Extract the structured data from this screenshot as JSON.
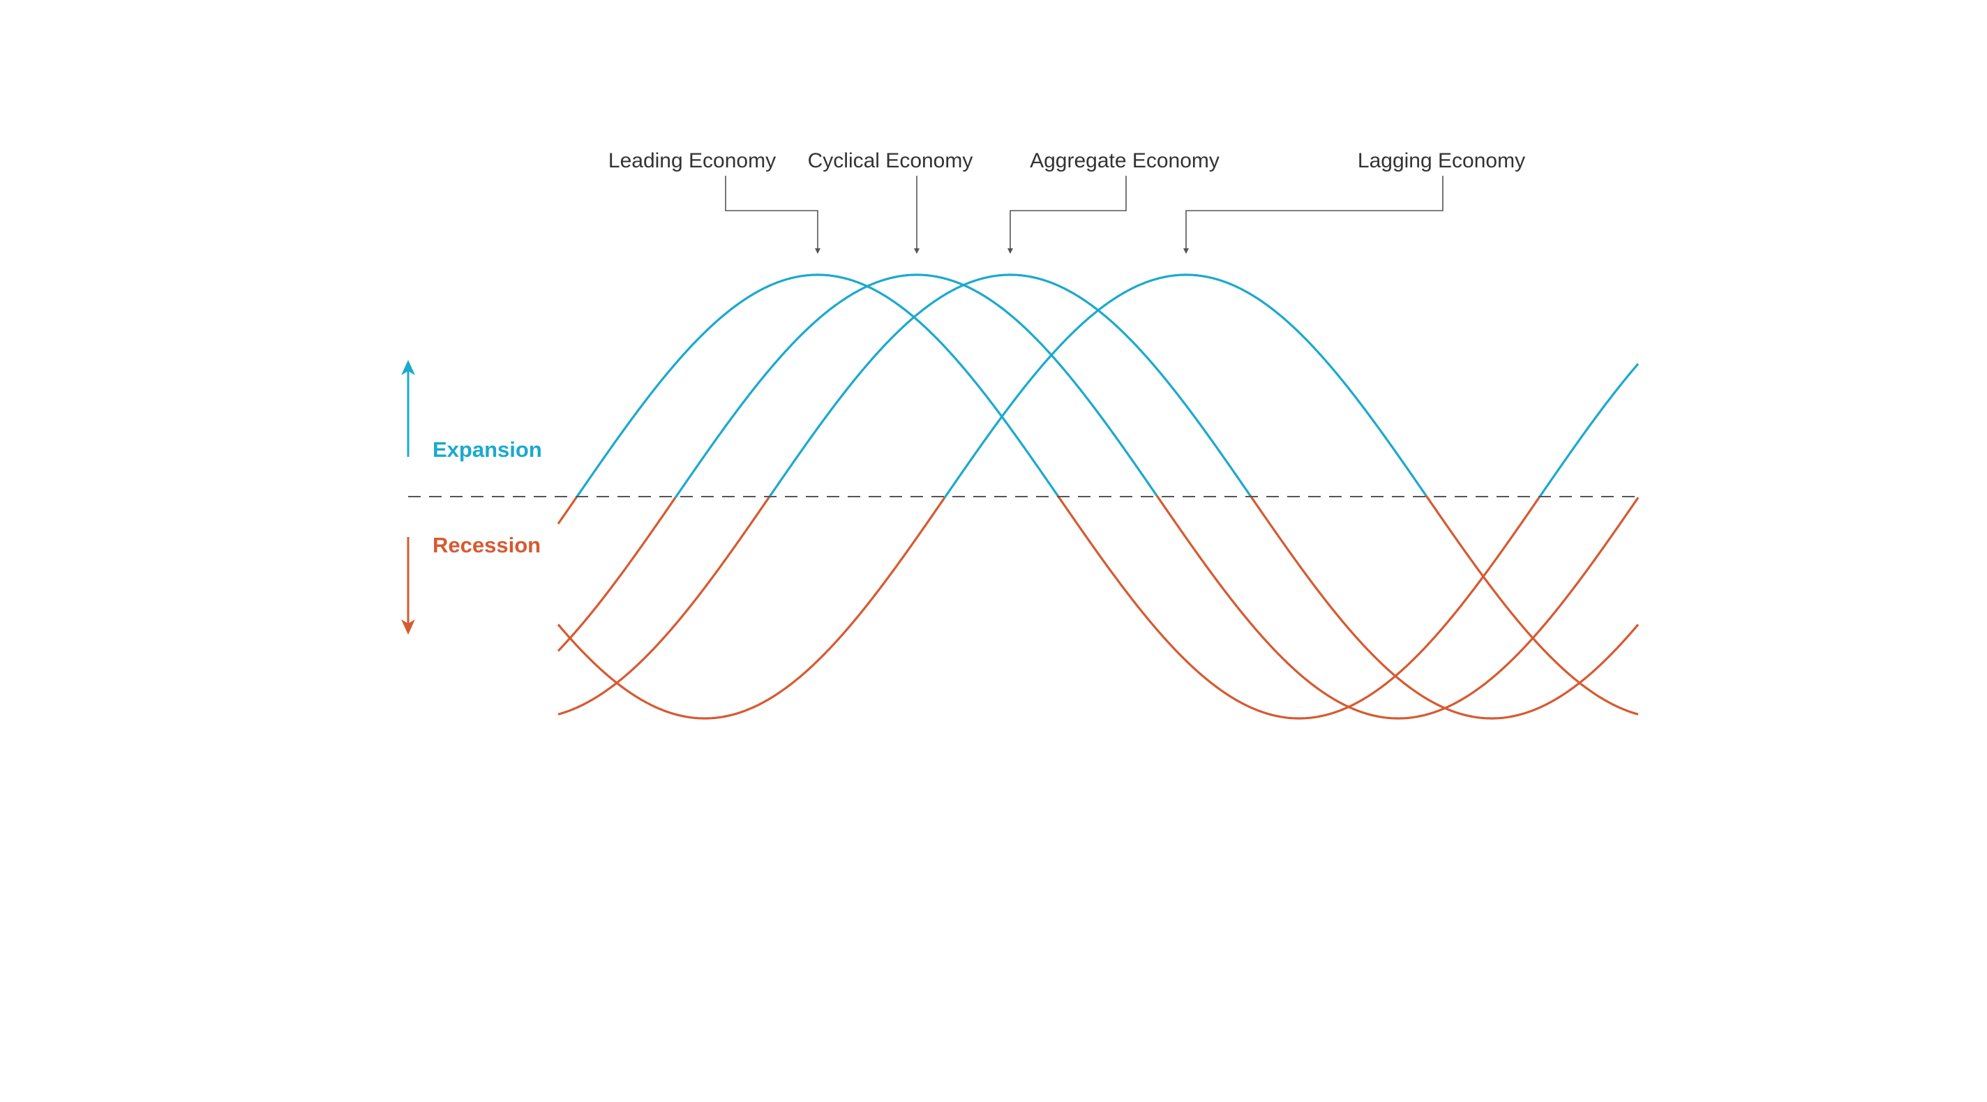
{
  "legend": {
    "expansion_label": "Expansion",
    "recession_label": "Recession"
  },
  "economies": [
    {
      "label": "Leading Economy"
    },
    {
      "label": "Cyclical Economy"
    },
    {
      "label": "Aggregate Economy"
    },
    {
      "label": "Lagging Economy"
    }
  ],
  "colors": {
    "expansion": "#1BA9CF",
    "recession": "#D65A31",
    "baseline": "#555555",
    "leader_lines": "#555555",
    "text": "#333333"
  }
}
